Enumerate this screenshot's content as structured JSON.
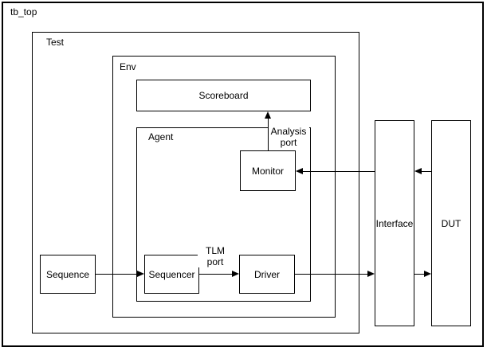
{
  "diagram": {
    "title": "tb_top",
    "nodes": {
      "test": "Test",
      "env": "Env",
      "scoreboard": "Scoreboard",
      "agent": "Agent",
      "monitor": "Monitor",
      "sequence": "Sequence",
      "sequencer": "Sequencer",
      "driver": "Driver",
      "interface": "Interface",
      "dut": "DUT"
    },
    "edge_labels": {
      "analysis_port": {
        "line1": "Analysis",
        "line2": "port"
      },
      "tlm_port": {
        "line1": "TLM",
        "line2": "port"
      }
    },
    "connections": [
      {
        "from": "Sequence",
        "to": "Sequencer",
        "label": ""
      },
      {
        "from": "Sequencer",
        "to": "Driver",
        "label": "TLM port"
      },
      {
        "from": "Driver",
        "to": "Interface",
        "label": ""
      },
      {
        "from": "Interface",
        "to": "DUT",
        "label": ""
      },
      {
        "from": "DUT",
        "to": "Interface",
        "label": ""
      },
      {
        "from": "Interface",
        "to": "Monitor",
        "label": ""
      },
      {
        "from": "Monitor",
        "to": "Scoreboard",
        "label": "Analysis port"
      }
    ],
    "colors": {
      "stroke": "#000000",
      "background": "#ffffff",
      "text": "#000000"
    }
  }
}
